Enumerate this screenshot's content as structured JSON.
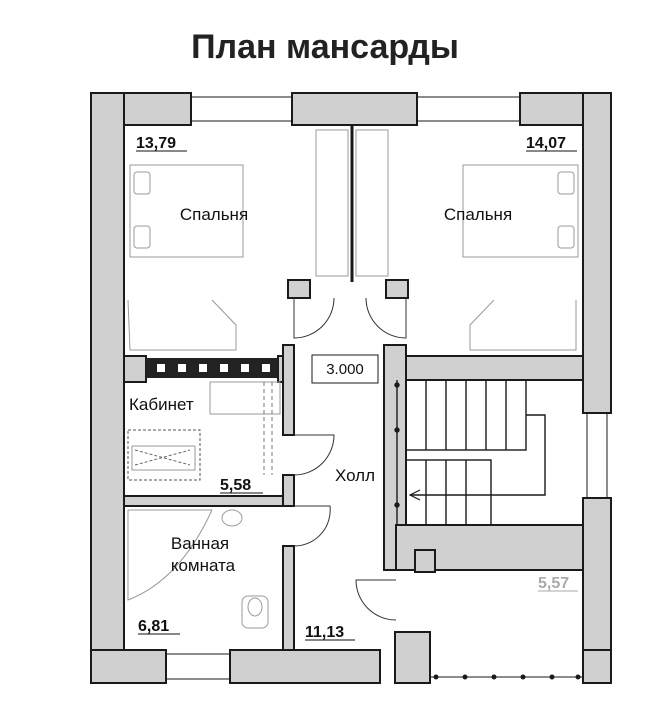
{
  "title": "План мансарды",
  "rooms": {
    "bedroom_left": {
      "name": "Спальня",
      "area": "13,79"
    },
    "bedroom_right": {
      "name": "Спальня",
      "area": "14,07"
    },
    "study": {
      "name": "Кабинет",
      "area": "5,58"
    },
    "bathroom": {
      "name_line1": "Ванная",
      "name_line2": "комната",
      "area": "6,81"
    },
    "hall": {
      "name": "Холл",
      "area": "11,13"
    },
    "balcony": {
      "area": "5,57"
    }
  },
  "level_mark": "3.000",
  "colors": {
    "wall_fill": "#d0d0d0",
    "wall_stroke": "#1a1a1a",
    "fixture": "#9a9a9a",
    "faded_label": "#aaaaaa"
  }
}
